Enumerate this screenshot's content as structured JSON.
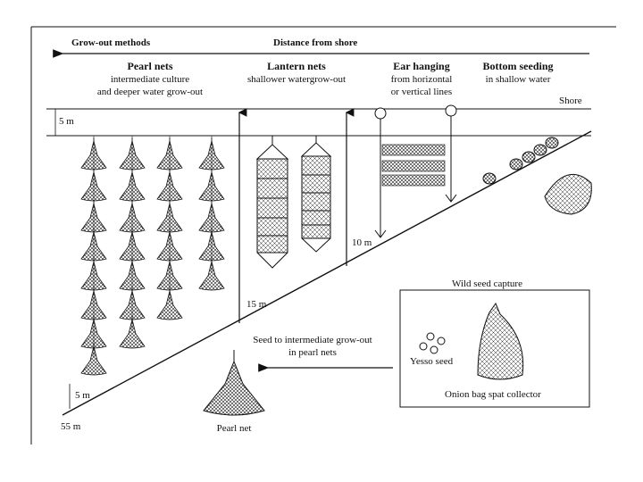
{
  "header": {
    "left_label": "Grow-out methods",
    "right_label": "Distance from shore"
  },
  "methods": [
    {
      "title": "Pearl nets",
      "line1": "intermediate culture",
      "line2": "and deeper water grow-out"
    },
    {
      "title": "Lantern nets",
      "line1": "shallower watergrow-out",
      "line2": ""
    },
    {
      "title": "Ear hanging",
      "line1": "from horizontal",
      "line2": "or vertical lines"
    },
    {
      "title": "Bottom seeding",
      "line1": "in shallow water",
      "line2": ""
    }
  ],
  "labels": {
    "shore": "Shore",
    "depth_top": "5 m",
    "depth_10": "10 m",
    "depth_15": "15 m",
    "depth_bottom": "5 m",
    "depth_55": "55 m",
    "seed_to_intermediate_line1": "Seed to intermediate grow-out",
    "seed_to_intermediate_line2": "in pearl nets",
    "pearl_net": "Pearl net"
  },
  "inset": {
    "title": "Wild seed capture",
    "yesso_seed": "Yesso seed",
    "collector": "Onion bag spat collector"
  }
}
